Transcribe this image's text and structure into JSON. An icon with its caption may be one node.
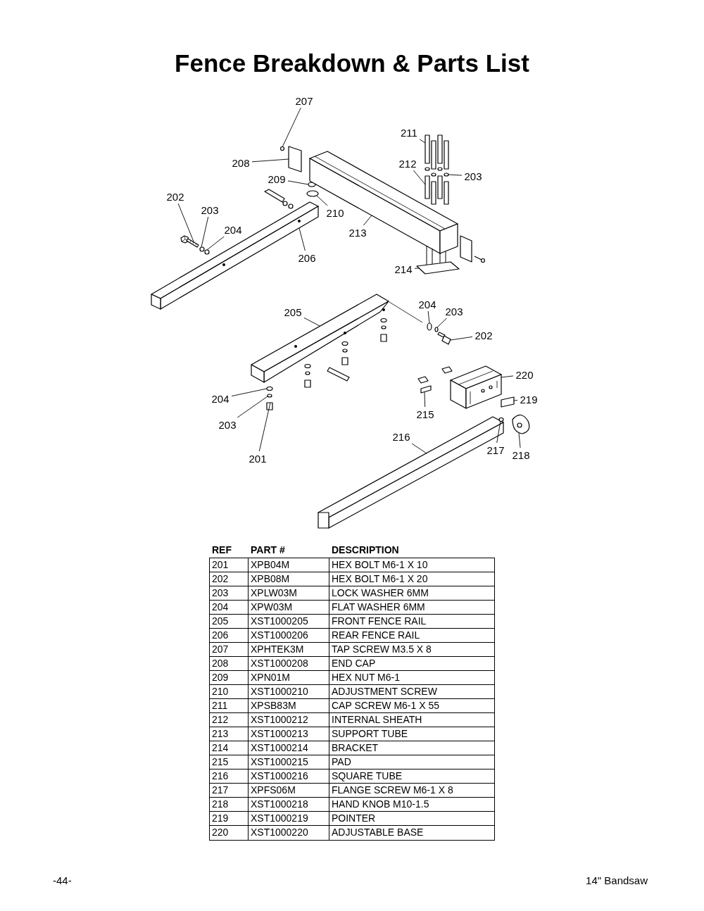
{
  "diagram": {
    "title": "Fence Breakdown & Parts List",
    "nodes": [
      {
        "text": [
          "207"
        ]
      },
      {
        "text": [
          "208"
        ]
      },
      {
        "text": [
          "209"
        ]
      },
      {
        "text": [
          "211"
        ]
      },
      {
        "text": [
          "212"
        ]
      },
      {
        "text": [
          "203"
        ]
      },
      {
        "text": [
          "202"
        ]
      },
      {
        "text": [
          "203"
        ]
      },
      {
        "text": [
          "204"
        ]
      },
      {
        "text": [
          "210"
        ]
      },
      {
        "text": [
          "213"
        ]
      },
      {
        "text": [
          "206"
        ]
      },
      {
        "text": [
          "214"
        ]
      },
      {
        "text": [
          "205"
        ]
      },
      {
        "text": [
          "204"
        ]
      },
      {
        "text": [
          "203"
        ]
      },
      {
        "text": [
          "202"
        ]
      },
      {
        "text": [
          "220"
        ]
      },
      {
        "text": [
          "219"
        ]
      },
      {
        "text": [
          "215"
        ]
      },
      {
        "text": [
          "204"
        ]
      },
      {
        "text": [
          "203"
        ]
      },
      {
        "text": [
          "201"
        ]
      },
      {
        "text": [
          "216"
        ]
      },
      {
        "text": [
          "217"
        ]
      },
      {
        "text": [
          "218"
        ]
      },
      {
        "text": [],
        "shape": "circle"
      },
      {
        "text": [],
        "shape": "box"
      },
      {
        "text": [],
        "shape": "circle"
      },
      {
        "text": [],
        "shape": "bar"
      },
      {
        "text": [],
        "shape": "bar"
      },
      {
        "text": [],
        "shape": "circle"
      },
      {
        "text": [],
        "shape": "picture"
      },
      {
        "text": [],
        "shape": "circle"
      },
      {
        "text": [],
        "shape": "circle"
      },
      {
        "text": [],
        "shape": "circle"
      },
      {
        "text": [],
        "shape": "picture"
      },
      {
        "text": [],
        "shape": "picture"
      },
      {
        "text": [],
        "shape": "picture"
      },
      {
        "text": [],
        "shape": "picture"
      },
      {
        "text": [],
        "shape": "circle"
      },
      {
        "text": [],
        "shape": "circle"
      },
      {
        "text": [],
        "shape": "picture"
      },
      {
        "text": [],
        "shape": "picture"
      },
      {
        "text": [],
        "shape": "box"
      },
      {
        "text": [],
        "shape": "box"
      },
      {
        "text": [],
        "shape": "circle"
      },
      {
        "text": [],
        "shape": "circle"
      },
      {
        "text": [],
        "shape": "box"
      },
      {
        "text": [],
        "shape": "picture"
      },
      {
        "text": [],
        "shape": "circle"
      },
      {
        "text": [],
        "shape": "picture"
      }
    ],
    "edges": [
      {
        "from": 0,
        "to": 26,
        "arrow": "none"
      },
      {
        "from": 1,
        "to": 27,
        "arrow": "none"
      },
      {
        "from": 2,
        "to": 28,
        "arrow": "none"
      },
      {
        "from": 3,
        "to": 29,
        "arrow": "none"
      },
      {
        "from": 4,
        "to": 30,
        "arrow": "none"
      },
      {
        "from": 5,
        "to": 31,
        "arrow": "none"
      },
      {
        "from": 6,
        "to": 32,
        "arrow": "none"
      },
      {
        "from": 7,
        "to": 33,
        "arrow": "none"
      },
      {
        "from": 8,
        "to": 34,
        "arrow": "none"
      },
      {
        "from": 9,
        "to": 35,
        "arrow": "none"
      },
      {
        "from": 10,
        "to": 36,
        "arrow": "none"
      },
      {
        "from": 11,
        "to": 37,
        "arrow": "none"
      },
      {
        "from": 12,
        "to": 38,
        "arrow": "none"
      },
      {
        "from": 13,
        "to": 39,
        "arrow": "none"
      },
      {
        "from": 14,
        "to": 40,
        "arrow": "none"
      },
      {
        "from": 15,
        "to": 41,
        "arrow": "none"
      },
      {
        "from": 16,
        "to": 42,
        "arrow": "none"
      },
      {
        "from": 17,
        "to": 43,
        "arrow": "none"
      },
      {
        "from": 18,
        "to": 44,
        "arrow": "none"
      },
      {
        "from": 19,
        "to": 45,
        "arrow": "none"
      },
      {
        "from": 20,
        "to": 46,
        "arrow": "none"
      },
      {
        "from": 21,
        "to": 47,
        "arrow": "none"
      },
      {
        "from": 22,
        "to": 48,
        "arrow": "none"
      },
      {
        "from": 23,
        "to": 49,
        "arrow": "none"
      },
      {
        "from": 24,
        "to": 50,
        "arrow": "none"
      },
      {
        "from": 25,
        "to": 51,
        "arrow": "none"
      }
    ],
    "labels": [
      "REF",
      "PART #",
      "DESCRIPTION",
      "201",
      "XPB04M",
      "HEX BOLT M6-1 X 10",
      "202",
      "XPB08M",
      "HEX BOLT M6-1 X 20",
      "203",
      "XPLW03M",
      "LOCK WASHER 6MM",
      "204",
      "XPW03M",
      "FLAT WASHER 6MM",
      "205",
      "XST1000205",
      "FRONT FENCE RAIL",
      "206",
      "XST1000206",
      "REAR FENCE RAIL",
      "207",
      "XPHTEK3M",
      "TAP SCREW M3.5 X 8",
      "208",
      "XST1000208",
      "END CAP",
      "209",
      "XPN01M",
      "HEX NUT M6-1",
      "210",
      "XST1000210",
      "ADJUSTMENT SCREW",
      "211",
      "XPSB83M",
      "CAP SCREW M6-1 X 55",
      "212",
      "XST1000212",
      "INTERNAL SHEATH",
      "213",
      "XST1000213",
      "SUPPORT TUBE",
      "214",
      "XST1000214",
      "BRACKET",
      "215",
      "XST1000215",
      "PAD",
      "216",
      "XST1000216",
      "SQUARE TUBE",
      "217",
      "XPFS06M",
      "FLANGE SCREW M6-1 X 8",
      "218",
      "XST1000218",
      "HAND KNOB M10-1.5",
      "219",
      "XST1000219",
      "POINTER",
      "220",
      "XST1000220",
      "ADJUSTABLE BASE",
      "-44-",
      "14\" Bandsaw"
    ]
  }
}
